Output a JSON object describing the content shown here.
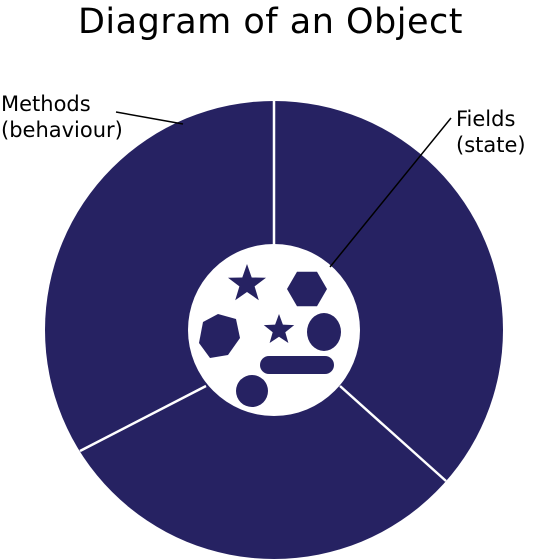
{
  "title": "Diagram of an Object",
  "labels": {
    "methods_line1": "Methods",
    "methods_line2": "(behaviour)",
    "fields_line1": "Fields",
    "fields_line2": "(state)"
  },
  "colors": {
    "ring_fill": "#262262",
    "shape_fill": "#262262",
    "divider": "#ffffff",
    "center_fill": "#ffffff",
    "leader_line": "#000000"
  },
  "icons": [
    "star-icon",
    "hexagon-icon",
    "heptagon-icon",
    "oval-icon",
    "pill-icon",
    "circle-icon"
  ]
}
